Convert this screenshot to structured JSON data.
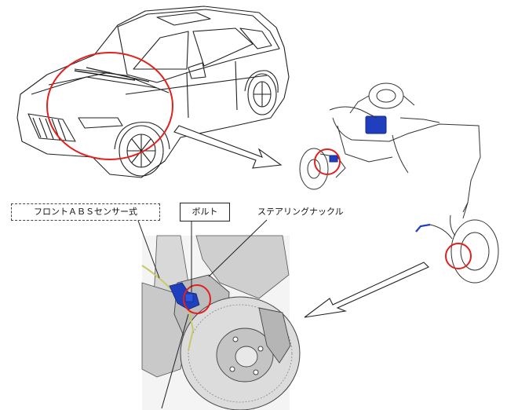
{
  "labels": {
    "front_abs_sensor": "フロントＡＢＳセンサー式",
    "bolt": "ボルト",
    "steering_knuckle": "ステアリングナックル"
  },
  "colors": {
    "highlight_circle": "#e0211d",
    "abs_sensor_part": "#1f3fbf",
    "sensor_wire": "#c8c86a",
    "line_art": "#222222"
  },
  "icons": {
    "vehicle": "suv-line-drawing",
    "brake_system": "brake-line-layout",
    "wheel_hub": "brake-disc-assembly"
  }
}
